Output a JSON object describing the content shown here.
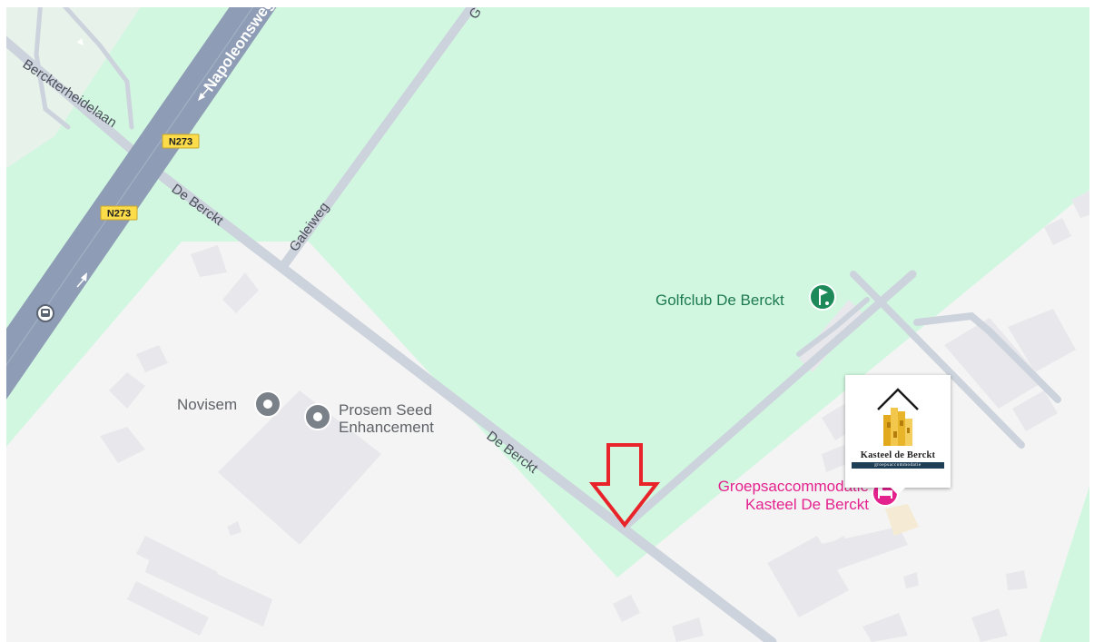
{
  "map": {
    "roads": {
      "napoleonsweg": "Napoleonsweg",
      "berckterheidelaan": "Berckterheidelaan",
      "de_berckt_1": "De Berckt",
      "de_berckt_2": "De Berckt",
      "galeiweg": "Galeiweg",
      "top_road_fragment": "G"
    },
    "route_shields": [
      "N273",
      "N273"
    ],
    "places": {
      "golfclub": "Golfclub De Berckt",
      "novisem": "Novisem",
      "prosem_line1": "Prosem Seed",
      "prosem_line2": "Enhancement",
      "accommodation_line1": "Groepsaccommodatie",
      "accommodation_line2": "Kasteel De Berckt"
    },
    "logo": {
      "name": "Kasteel de Berckt",
      "subtitle": "groepsaccommodatie"
    },
    "icons": {
      "golf": "golf-icon",
      "place_pin": "place-pin-icon",
      "hotel": "bed-icon",
      "transit": "bus-stop-icon",
      "annotation": "arrow-down-icon"
    },
    "colors": {
      "green_area": "#d1f7e0",
      "built_area": "#f4f4f4",
      "road": "#cdd3dc",
      "highway": "#8e9db5",
      "shield": "#fddc4a",
      "golf": "#1e8a5a",
      "hotel": "#e4228e",
      "annotation_arrow": "#e8232a"
    }
  }
}
